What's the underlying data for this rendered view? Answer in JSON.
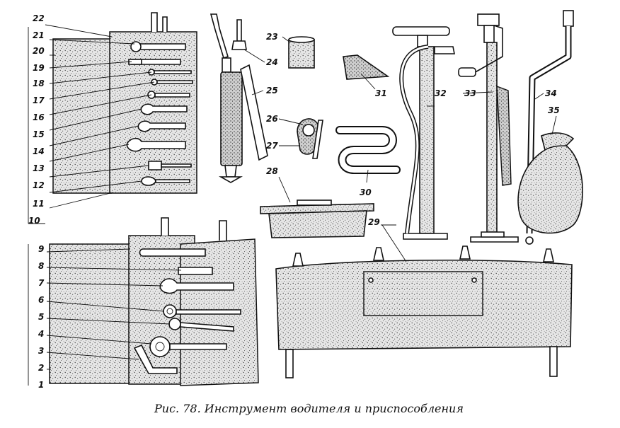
{
  "figure": {
    "caption": "Рис. 78. Инструмент водителя и приспособления"
  },
  "callouts": [
    {
      "num": "1"
    },
    {
      "num": "2"
    },
    {
      "num": "3"
    },
    {
      "num": "4"
    },
    {
      "num": "5"
    },
    {
      "num": "6"
    },
    {
      "num": "7"
    },
    {
      "num": "8"
    },
    {
      "num": "9"
    },
    {
      "num": "10"
    },
    {
      "num": "11"
    },
    {
      "num": "12"
    },
    {
      "num": "13"
    },
    {
      "num": "14"
    },
    {
      "num": "15"
    },
    {
      "num": "16"
    },
    {
      "num": "17"
    },
    {
      "num": "18"
    },
    {
      "num": "19"
    },
    {
      "num": "20"
    },
    {
      "num": "21"
    },
    {
      "num": "22"
    },
    {
      "num": "23"
    },
    {
      "num": "24"
    },
    {
      "num": "25"
    },
    {
      "num": "26"
    },
    {
      "num": "27"
    },
    {
      "num": "28"
    },
    {
      "num": "29"
    },
    {
      "num": "30"
    },
    {
      "num": "31"
    },
    {
      "num": "32"
    },
    {
      "num": "33"
    },
    {
      "num": "34"
    },
    {
      "num": "35"
    }
  ]
}
